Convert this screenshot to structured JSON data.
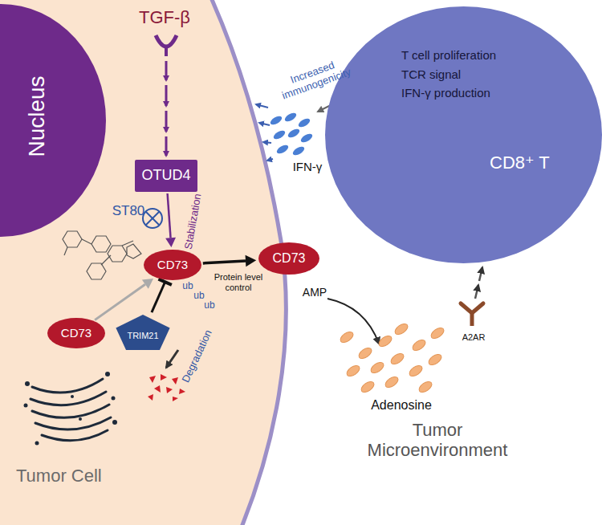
{
  "diagram": {
    "nodes": [
      {
        "text": [
          "Tumor Cell"
        ]
      },
      {
        "text": [
          "Nucleus"
        ],
        "in": 0
      },
      {
        "text": [
          "OTUD4"
        ],
        "in": 0
      },
      {
        "text": [
          "CD73"
        ],
        "in": 0
      },
      {
        "text": [
          "CD73"
        ],
        "in": 0
      },
      {
        "text": [
          "TRIM21"
        ],
        "in": 0
      },
      {
        "text": [
          "CD73"
        ]
      },
      {
        "text": [
          "T cell proliferation",
          "TCR signal",
          "IFN-γ production",
          "CD8⁺ T"
        ]
      }
    ],
    "edges": [
      {
        "from": 2,
        "to": 3,
        "arrow": "to",
        "label": "Stabilization"
      },
      {
        "from": 3,
        "to": 6,
        "arrow": "to",
        "label": "Protein level control"
      },
      {
        "from": 4,
        "to": 3,
        "arrow": "to"
      },
      {
        "from": 5,
        "to": 3,
        "arrow": "to"
      }
    ],
    "labels": [
      "TGF-β",
      "ST80",
      "ub",
      "ub",
      "ub",
      "Degradation",
      "Increased immunogenicity",
      "IFN-γ",
      "AMP",
      "Adenosine",
      "A2AR",
      "Tumor Microenvironment"
    ]
  }
}
